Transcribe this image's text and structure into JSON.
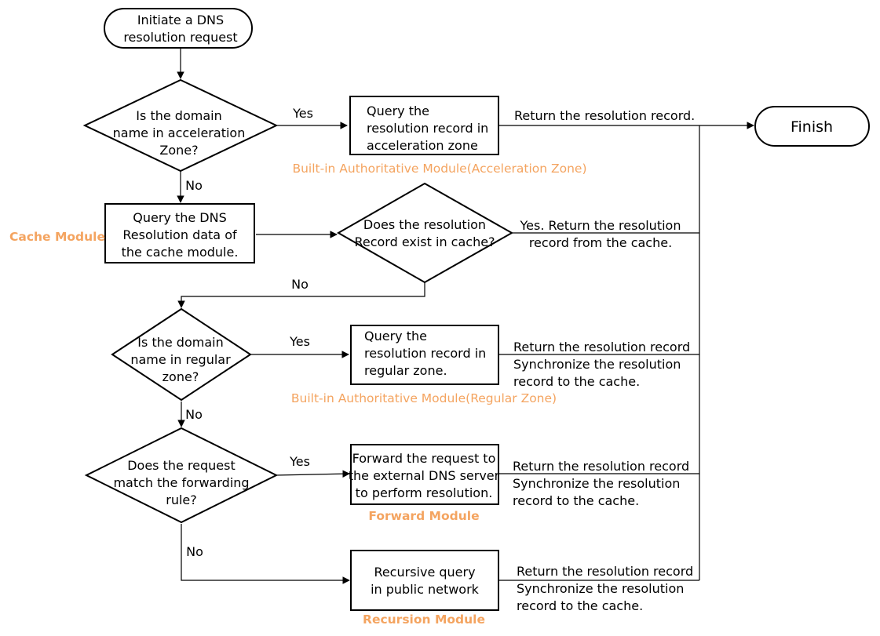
{
  "nodes": {
    "start": {
      "lines": [
        "Initiate a DNS",
        "resolution request"
      ]
    },
    "q_accel": {
      "lines": [
        "Is the domain",
        "name in acceleration",
        "Zone?"
      ]
    },
    "query_accel": {
      "lines": [
        "Query the",
        "resolution record in",
        "acceleration zone"
      ]
    },
    "finish": {
      "lines": [
        "Finish"
      ]
    },
    "query_cache": {
      "lines": [
        "Query the DNS",
        "Resolution data of",
        "the cache module."
      ]
    },
    "q_cache": {
      "lines": [
        "Does the resolution",
        "Record exist in cache?"
      ]
    },
    "q_regular": {
      "lines": [
        "Is the domain",
        "name in regular",
        "zone?"
      ]
    },
    "query_regular": {
      "lines": [
        "Query the",
        "resolution record in",
        "regular zone."
      ]
    },
    "q_forward": {
      "lines": [
        "Does the request",
        "match the forwarding",
        "rule?"
      ]
    },
    "forward": {
      "lines": [
        "Forward the request to",
        "the external DNS server",
        "to perform resolution."
      ]
    },
    "recursive": {
      "lines": [
        "Recursive query",
        "in public network"
      ]
    }
  },
  "edge_labels": {
    "yes_accel": {
      "lines": [
        "Yes"
      ]
    },
    "no_accel": {
      "lines": [
        "No"
      ]
    },
    "no_cache": {
      "lines": [
        "No"
      ]
    },
    "yes_regular": {
      "lines": [
        "Yes"
      ]
    },
    "no_regular": {
      "lines": [
        "No"
      ]
    },
    "yes_forward": {
      "lines": [
        "Yes"
      ]
    },
    "no_forward": {
      "lines": [
        "No"
      ]
    },
    "return_accel": {
      "lines": [
        "Return the resolution record."
      ]
    },
    "return_cache": {
      "lines": [
        "Yes. Return the resolution",
        "record from the cache."
      ]
    },
    "return_regular": {
      "lines": [
        "Return the resolution record",
        "Synchronize the resolution",
        "record to the cache."
      ]
    },
    "return_forward": {
      "lines": [
        "Return the resolution record",
        "Synchronize the resolution",
        "record to the cache."
      ]
    },
    "return_recursive": {
      "lines": [
        "Return the resolution record",
        "Synchronize the resolution",
        "record to the cache."
      ]
    }
  },
  "modules": {
    "accel": {
      "lines": [
        "Built-in Authoritative Module(Acceleration Zone)"
      ]
    },
    "cache": {
      "lines": [
        "Cache Module"
      ]
    },
    "regular": {
      "lines": [
        "Built-in Authoritative Module(Regular Zone)"
      ]
    },
    "forward": {
      "lines": [
        "Forward Module"
      ]
    },
    "recursion": {
      "lines": [
        "Recursion Module"
      ]
    }
  },
  "colors": {
    "module_label": "#F4A460",
    "stroke": "#000000"
  }
}
